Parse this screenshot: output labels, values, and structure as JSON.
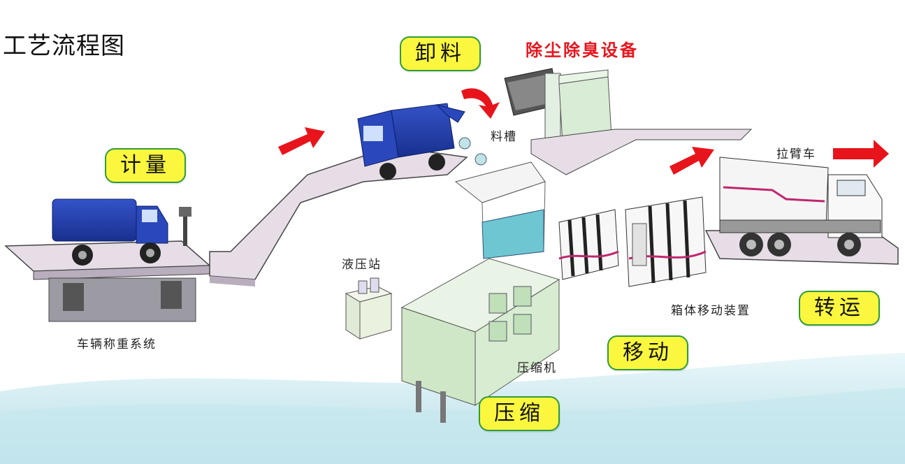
{
  "title": "工艺流程图",
  "stages": {
    "metering": "计量",
    "unload": "卸料",
    "compress": "压缩",
    "move": "移动",
    "transfer": "转运"
  },
  "labels": {
    "dust_equipment": "除尘除臭设备",
    "chute": "料槽",
    "hook_truck": "拉臂车",
    "hydraulic_station": "液压站",
    "box_mover": "箱体移动装置",
    "weighing_system": "车辆称重系统",
    "compactor": "压缩机"
  },
  "colors": {
    "stage_fill": "#fbf73e",
    "stage_border": "#2f9b3a",
    "arrow": "#e8141c",
    "dust_text": "#e8141c",
    "truck_blue": "#1f3fae",
    "platform": "#e6dde6",
    "compactor_green": "#d7ecd0",
    "water": "#bfe3ec"
  },
  "icons": [
    "red-arrow-icon",
    "garbage-truck-icon",
    "hook-lift-truck-icon",
    "compactor-icon",
    "dust-removal-unit-icon",
    "hydraulic-station-icon",
    "container-icon",
    "weighbridge-icon"
  ]
}
